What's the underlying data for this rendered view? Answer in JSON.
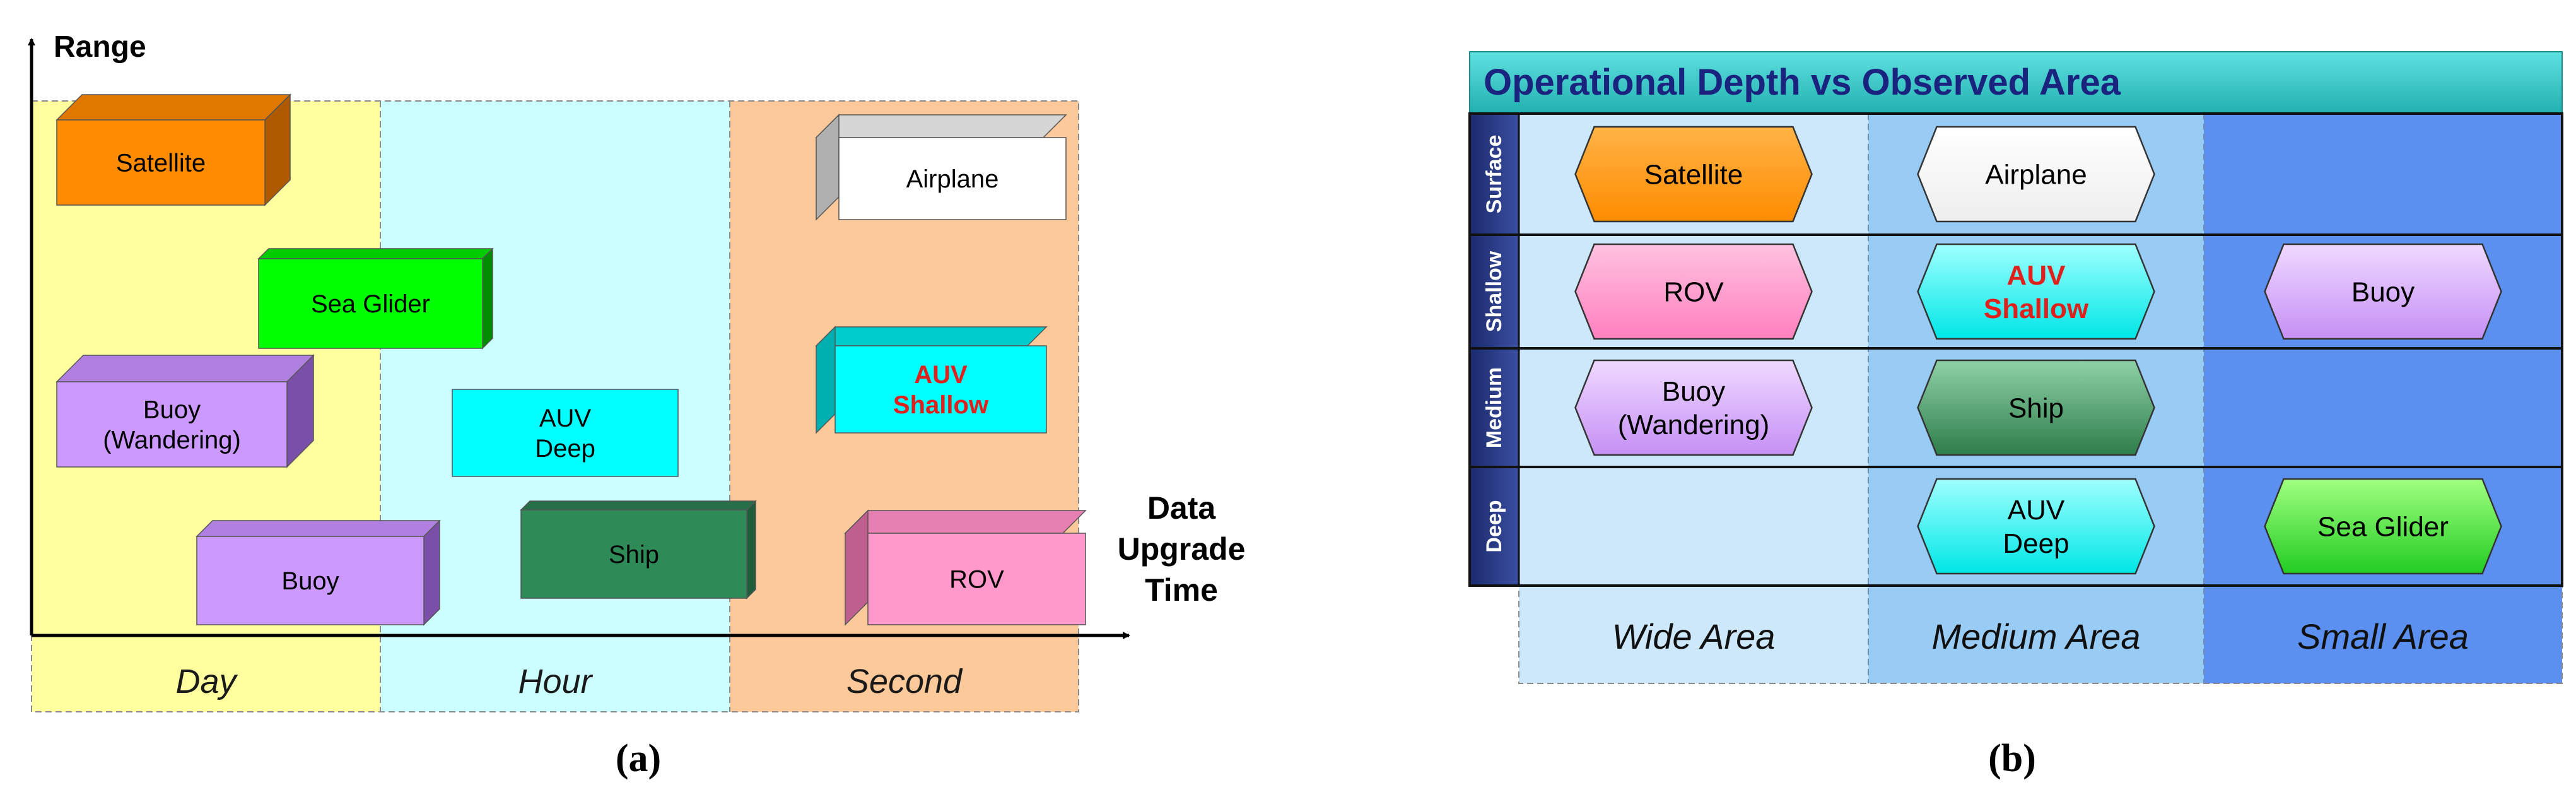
{
  "panel_a": {
    "y_axis_label": "Range",
    "x_axis_label": [
      "Data",
      "Upgrade",
      "Time"
    ],
    "columns": [
      {
        "label": "Day",
        "color": "#ffffa0"
      },
      {
        "label": "Hour",
        "color": "#ccffff"
      },
      {
        "label": "Second",
        "color": "#fcc99b"
      }
    ],
    "boxes": [
      {
        "name": "satellite",
        "lines": [
          "Satellite"
        ],
        "front": "#ff8c00",
        "top": "#e07800",
        "side": "#b05a00",
        "text_color": "#000000",
        "bold": false
      },
      {
        "name": "sea-glider",
        "lines": [
          "Sea Glider"
        ],
        "front": "#00ff00",
        "top": "#00cc00",
        "side": "#008c00",
        "text_color": "#000000",
        "bold": false
      },
      {
        "name": "buoy-wandering",
        "lines": [
          "Buoy",
          "(Wandering)"
        ],
        "front": "#cc99ff",
        "top": "#b080e0",
        "side": "#7a4fa8",
        "text_color": "#000000",
        "bold": false
      },
      {
        "name": "buoy",
        "lines": [
          "Buoy"
        ],
        "front": "#cc99ff",
        "top": "#b080e0",
        "side": "#7a4fa8",
        "text_color": "#000000",
        "bold": false
      },
      {
        "name": "auv-deep",
        "lines": [
          "AUV",
          "Deep"
        ],
        "front": "#00ffff",
        "top": "#00cccc",
        "side": "#009999",
        "text_color": "#000000",
        "bold": false
      },
      {
        "name": "ship",
        "lines": [
          "Ship"
        ],
        "front": "#2e8b57",
        "top": "#276f49",
        "side": "#1f5c3b",
        "text_color": "#000000",
        "bold": false
      },
      {
        "name": "airplane",
        "lines": [
          "Airplane"
        ],
        "front": "#ffffff",
        "top": "#d6d6d6",
        "side": "#b0b0b0",
        "text_color": "#000000",
        "bold": false
      },
      {
        "name": "auv-shallow",
        "lines": [
          "AUV",
          "Shallow"
        ],
        "front": "#00ffff",
        "top": "#00cccc",
        "side": "#00b0b0",
        "text_color": "#e0201c",
        "bold": true
      },
      {
        "name": "rov",
        "lines": [
          "ROV"
        ],
        "front": "#ff99cc",
        "top": "#e680b3",
        "side": "#c0608f",
        "text_color": "#000000",
        "bold": false
      }
    ],
    "caption": "(a)"
  },
  "panel_b": {
    "title": "Operational Depth vs Observed Area",
    "title_bar_color": "#33cccc",
    "row_labels": [
      "Surface",
      "Shallow",
      "Medium",
      "Deep"
    ],
    "column_labels": [
      "Wide Area",
      "Medium Area",
      "Small Area"
    ],
    "column_colors": [
      "#cce8fa",
      "#99ccf5",
      "#5b8ff0"
    ],
    "cells": [
      {
        "name": "satellite",
        "row": 0,
        "col": 0,
        "lines": [
          "Satellite"
        ],
        "color_light": "#ffb347",
        "color_dark": "#ff8c00",
        "text_color": "#000000",
        "bold": false
      },
      {
        "name": "airplane",
        "row": 0,
        "col": 1,
        "lines": [
          "Airplane"
        ],
        "color_light": "#ffffff",
        "color_dark": "#eeeeee",
        "text_color": "#000000",
        "bold": false
      },
      {
        "name": "rov",
        "row": 1,
        "col": 0,
        "lines": [
          "ROV"
        ],
        "color_light": "#ffc2e0",
        "color_dark": "#ff80bf",
        "text_color": "#000000",
        "bold": false
      },
      {
        "name": "auv-shallow",
        "row": 1,
        "col": 1,
        "lines": [
          "AUV",
          "Shallow"
        ],
        "color_light": "#a0ffff",
        "color_dark": "#00e6e6",
        "text_color": "#e0201c",
        "bold": true
      },
      {
        "name": "buoy",
        "row": 1,
        "col": 2,
        "lines": [
          "Buoy"
        ],
        "color_light": "#efd9ff",
        "color_dark": "#c590f5",
        "text_color": "#000000",
        "bold": false
      },
      {
        "name": "buoy-wandering",
        "row": 2,
        "col": 0,
        "lines": [
          "Buoy",
          "(Wandering)"
        ],
        "color_light": "#efd9ff",
        "color_dark": "#c590f5",
        "text_color": "#000000",
        "bold": false
      },
      {
        "name": "ship",
        "row": 2,
        "col": 1,
        "lines": [
          "Ship"
        ],
        "color_light": "#8fd1a8",
        "color_dark": "#2e7d4a",
        "text_color": "#000000",
        "bold": false
      },
      {
        "name": "auv-deep",
        "row": 3,
        "col": 1,
        "lines": [
          "AUV",
          "Deep"
        ],
        "color_light": "#a0ffff",
        "color_dark": "#00e6e6",
        "text_color": "#000000",
        "bold": false
      },
      {
        "name": "sea-glider",
        "row": 3,
        "col": 2,
        "lines": [
          "Sea Glider"
        ],
        "color_light": "#a0ff80",
        "color_dark": "#22cc22",
        "text_color": "#000000",
        "bold": false
      }
    ],
    "caption": "(b)"
  }
}
